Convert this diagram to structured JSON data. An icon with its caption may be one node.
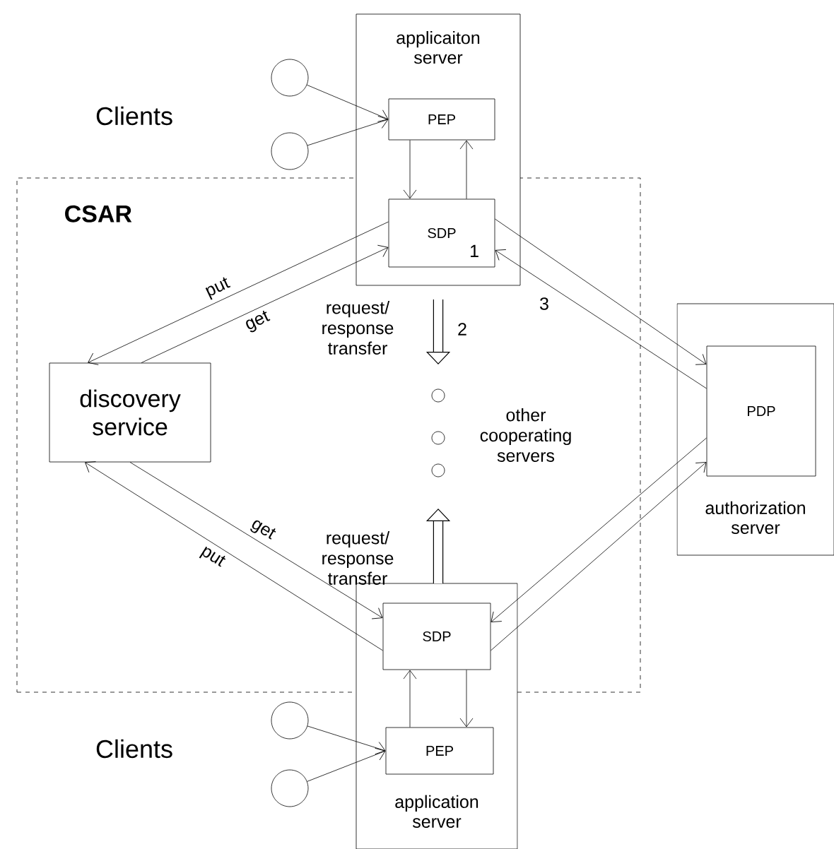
{
  "diagram": {
    "nodes": [
      {
        "text": [
          "CSAR"
        ]
      },
      {
        "text": [
          "applicaiton server"
        ]
      },
      {
        "text": [
          "PEP"
        ],
        "in": 1
      },
      {
        "text": [
          "SDP",
          "1"
        ]
      },
      {
        "text": [],
        "shape": "circle"
      },
      {
        "text": [],
        "shape": "circle"
      },
      {
        "text": [
          "discovery service"
        ],
        "in": 0
      },
      {
        "text": [],
        "shape": "circle",
        "in": 0
      },
      {
        "text": [],
        "shape": "circle",
        "in": 0
      },
      {
        "text": [],
        "shape": "circle",
        "in": 0
      },
      {
        "text": [
          "authorization server"
        ]
      },
      {
        "text": [
          "PDP"
        ],
        "in": 10
      },
      {
        "text": [
          "application server"
        ]
      },
      {
        "text": [
          "SDP"
        ]
      },
      {
        "text": [
          "PEP"
        ],
        "in": 12
      },
      {
        "text": [],
        "shape": "circle"
      },
      {
        "text": [],
        "shape": "circle"
      }
    ],
    "edges": [
      {
        "from": 4,
        "to": 2,
        "arrow": "to"
      },
      {
        "from": 5,
        "to": 2,
        "arrow": "to"
      },
      {
        "from": 2,
        "to": 3,
        "arrow": "to"
      },
      {
        "from": 3,
        "to": 2,
        "arrow": "to"
      },
      {
        "from": 3,
        "to": 6,
        "arrow": "to",
        "label": "put"
      },
      {
        "from": 6,
        "to": 3,
        "arrow": "to",
        "label": "get"
      },
      {
        "from": 3,
        "to": 11,
        "arrow": "to"
      },
      {
        "from": 11,
        "to": 3,
        "arrow": "to"
      },
      {
        "from": 6,
        "to": 13,
        "arrow": "to",
        "label": "get"
      },
      {
        "from": 13,
        "to": 6,
        "arrow": "to",
        "label": "put"
      },
      {
        "from": 11,
        "to": 13,
        "arrow": "to"
      },
      {
        "from": 13,
        "to": 11,
        "arrow": "to"
      },
      {
        "from": 14,
        "to": 13,
        "arrow": "to"
      },
      {
        "from": 13,
        "to": 14,
        "arrow": "to"
      },
      {
        "from": 15,
        "to": 14,
        "arrow": "to"
      },
      {
        "from": 16,
        "to": 14,
        "arrow": "to"
      }
    ],
    "labels": [
      "Clients",
      "request/ response transfer",
      "2",
      "3",
      "other cooperating servers",
      "request/ response transfer",
      "Clients"
    ]
  }
}
